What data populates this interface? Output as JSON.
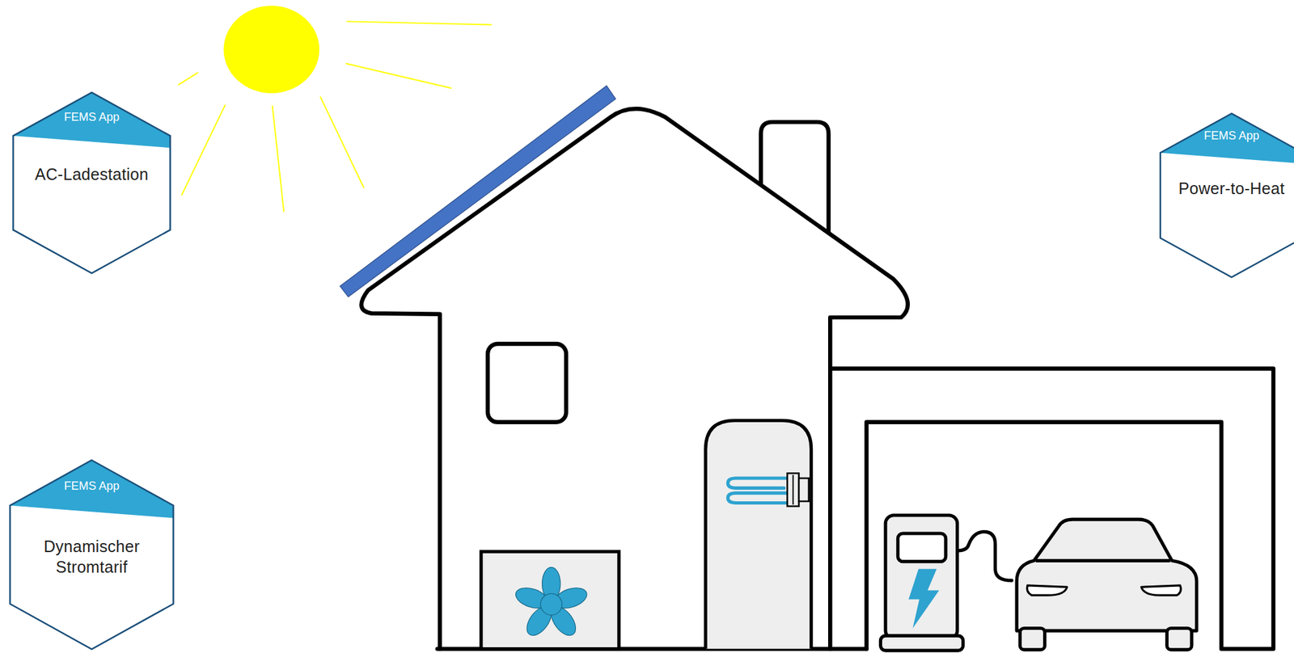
{
  "diagram": {
    "nodes": [
      {
        "text": [
          "FEMS App",
          "AC-Ladestation"
        ]
      },
      {
        "text": [
          "FEMS App",
          "Power-to-Heat"
        ]
      },
      {
        "text": [
          "FEMS App",
          "Dynamischer Stromtarif"
        ]
      }
    ]
  }
}
